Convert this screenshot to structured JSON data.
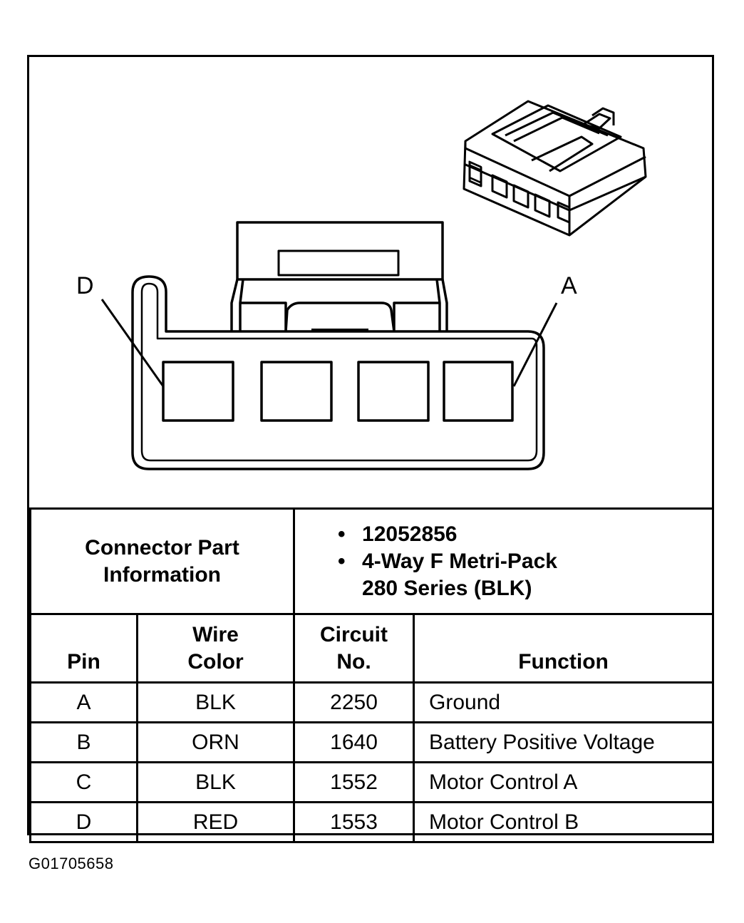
{
  "diagram": {
    "pin_labels": {
      "left": "D",
      "right": "A"
    }
  },
  "connector_info": {
    "label_line1": "Connector Part",
    "label_line2": "Information",
    "bullet": "•",
    "part_number": "12052856",
    "description_line1": "4-Way F Metri-Pack",
    "description_line2": "280 Series (BLK)"
  },
  "table": {
    "headers": {
      "pin": "Pin",
      "wire_color_line1": "Wire",
      "wire_color_line2": "Color",
      "circuit_line1": "Circuit",
      "circuit_line2": "No.",
      "function": "Function"
    },
    "rows": [
      {
        "pin": "A",
        "wire": "BLK",
        "circuit": "2250",
        "function": "Ground"
      },
      {
        "pin": "B",
        "wire": "ORN",
        "circuit": "1640",
        "function": "Battery Positive Voltage"
      },
      {
        "pin": "C",
        "wire": "BLK",
        "circuit": "1552",
        "function": "Motor Control A"
      },
      {
        "pin": "D",
        "wire": "RED",
        "circuit": "1553",
        "function": "Motor Control B"
      }
    ]
  },
  "figure_id": "G01705658"
}
